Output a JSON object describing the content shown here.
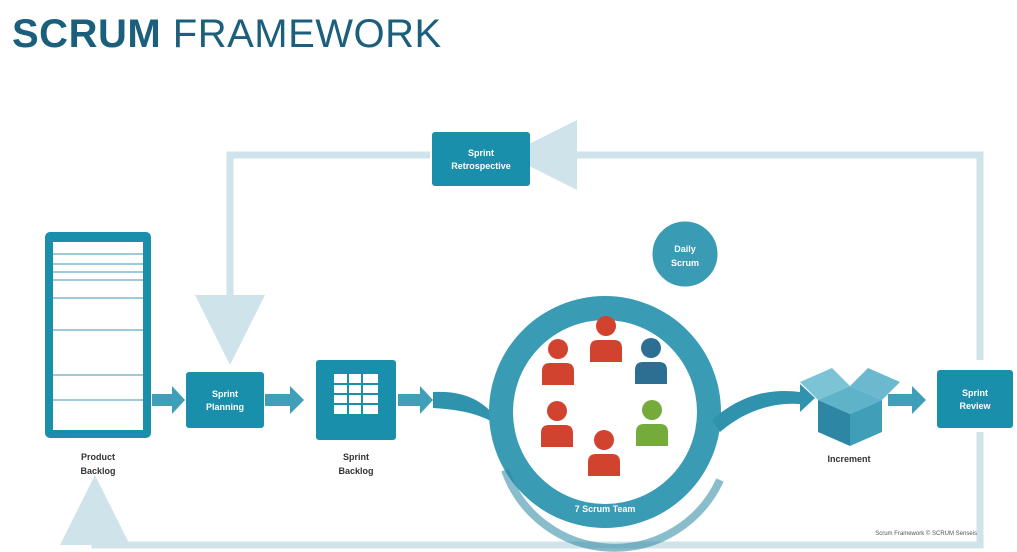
{
  "title": {
    "bold": "SCRUM",
    "light": "FRAMEWORK"
  },
  "stages": {
    "product_backlog": [
      "Product",
      "Backlog"
    ],
    "sprint_planning": [
      "Sprint",
      "Planning"
    ],
    "sprint_backlog": [
      "Sprint",
      "Backlog"
    ],
    "team_caption": "7 Scrum Team",
    "daily_scrum": [
      "Daily",
      "Scrum"
    ],
    "increment": "Increment",
    "sprint_review": [
      "Sprint",
      "Review"
    ],
    "sprint_retrospective": [
      "Sprint",
      "Retrospective"
    ]
  },
  "footer_note": "Scrum Framework © SCRUM Senseis",
  "colors": {
    "title": "#1b5f7c",
    "box": "#1a8fab",
    "arrow": "#3f9fb8",
    "loop_arrow": "#cfe3ea",
    "person_red": "#d2432f",
    "person_blue": "#2d6f93",
    "person_green": "#74ab3a"
  }
}
